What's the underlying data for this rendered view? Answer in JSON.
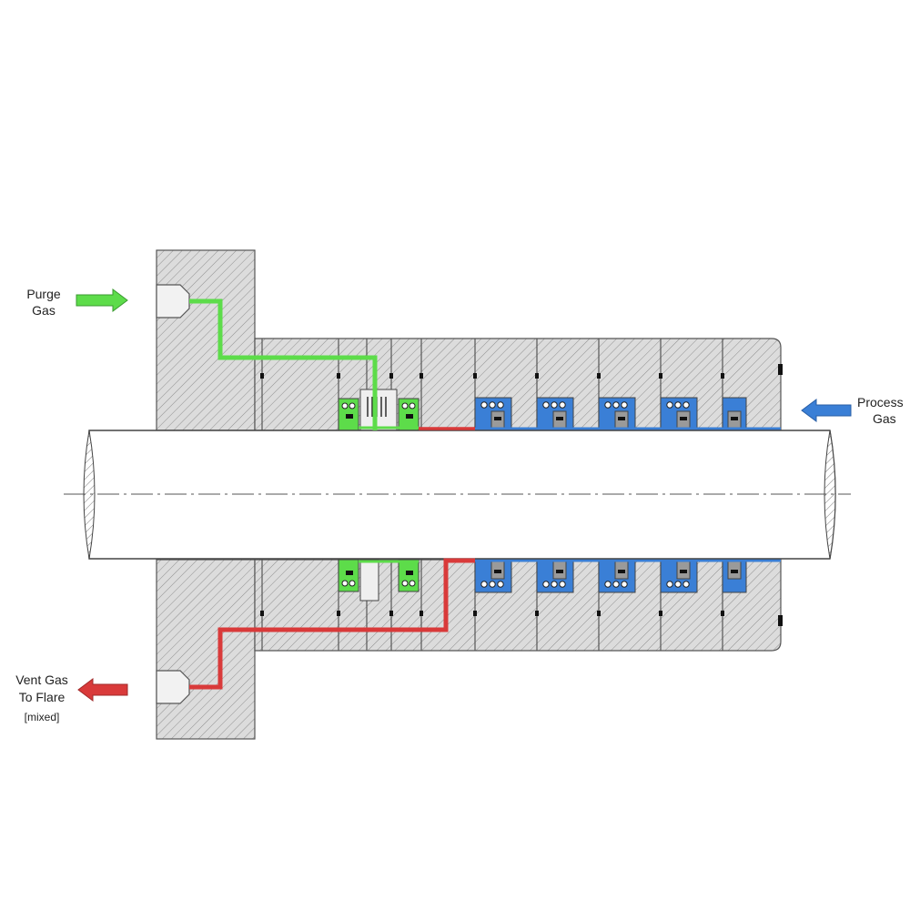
{
  "labels": {
    "purge_gas": [
      "Purge",
      "Gas"
    ],
    "process_gas": [
      "Process",
      "Gas"
    ],
    "vent_gas": [
      "Vent Gas",
      "To Flare"
    ],
    "vent_gas_note": "[mixed]"
  },
  "colors": {
    "purge": "#5ddc4a",
    "vent": "#d93a3a",
    "process": "#3a7fd6",
    "housing": "#d6d6d6",
    "hatch": "#8a8a8a",
    "outline": "#555555"
  }
}
